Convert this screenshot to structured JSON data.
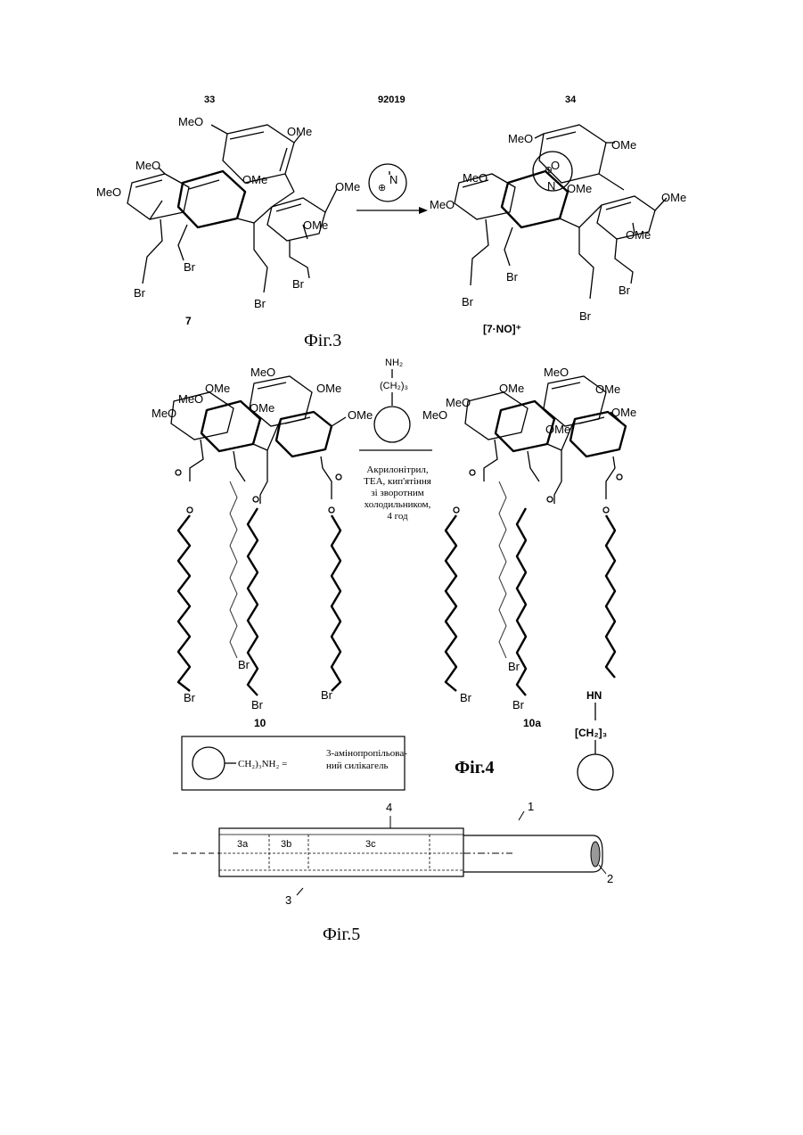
{
  "header": {
    "left": "33",
    "center": "92019",
    "right": "34"
  },
  "fig3": {
    "caption": "Фіг.3",
    "reagent_charge": "⊕",
    "reagent_atom": "N",
    "reagent_oxygen": "O",
    "left": {
      "compound_number": "7",
      "labels": [
        "MeO",
        "OMe",
        "MeO",
        "OMe",
        "MeO",
        "OMe",
        "OMe",
        "Br",
        "Br",
        "Br",
        "Br"
      ]
    },
    "right": {
      "compound_number": "[7·NO]⁺",
      "labels": [
        "MeO",
        "OMe",
        "MeO",
        "OMe",
        "MeO",
        "OMe",
        "OMe",
        "Br",
        "Br",
        "Br",
        "Br"
      ]
    }
  },
  "fig4": {
    "caption": "Фіг.4",
    "reagent_nh2": "NH₂",
    "reagent_chain": "(CH₂)₃",
    "conditions": [
      "Акрилонітрил,",
      "ТЕА, кип'ятіння",
      "зі зворотним",
      "холодильником,",
      "4 год"
    ],
    "left": {
      "compound_number": "10",
      "labels": [
        "MeO",
        "OMe",
        "MeO",
        "OMe",
        "MeO",
        "OMe",
        "OMe",
        "Br",
        "Br",
        "Br",
        "Br"
      ]
    },
    "right": {
      "compound_number": "10a",
      "labels": [
        "MeO",
        "OMe",
        "MeO",
        "OMe",
        "MeO",
        "OMe",
        "OMe",
        "Br",
        "Br",
        "Br",
        "HN",
        "[CH₂]₃"
      ]
    },
    "legend": {
      "formula": "CH₂)₃NH₂ =",
      "description": [
        "3-амінопропільова-",
        "ний силікагель"
      ]
    }
  },
  "fig5": {
    "caption": "Фіг.5",
    "labels": [
      "1",
      "2",
      "3",
      "4"
    ],
    "sections": [
      "3а",
      "3b",
      "3c"
    ]
  }
}
